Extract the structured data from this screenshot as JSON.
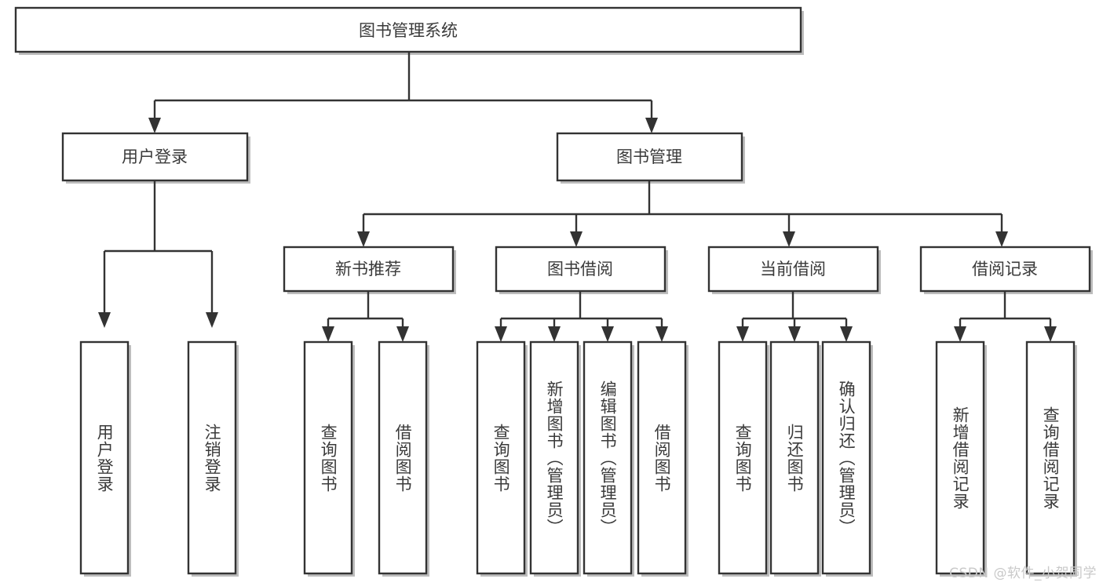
{
  "diagram": {
    "title": "图书管理系统",
    "type": "hierarchy-tree",
    "colors": {
      "box_stroke": "#333333",
      "box_fill": "#ffffff",
      "text": "#3a3a3a",
      "connector": "#333333",
      "watermark": "#c9c9c9",
      "background": "#ffffff"
    },
    "root": {
      "label": "图书管理系统",
      "level": 0
    },
    "level2": [
      {
        "label": "用户登录"
      },
      {
        "label": "图书管理"
      }
    ],
    "level3": [
      {
        "label": "新书推荐"
      },
      {
        "label": "图书借阅"
      },
      {
        "label": "当前借阅"
      },
      {
        "label": "借阅记录"
      }
    ],
    "leaves": {
      "user_login": [
        {
          "label": "用户登录"
        },
        {
          "label": "注销登录"
        }
      ],
      "new_book_recommend": [
        {
          "label": "查询图书"
        },
        {
          "label": "借阅图书"
        }
      ],
      "book_borrow": [
        {
          "label": "查询图书"
        },
        {
          "label": "新增图书（管理员）"
        },
        {
          "label": "编辑图书（管理员）"
        },
        {
          "label": "借阅图书"
        }
      ],
      "current_borrow": [
        {
          "label": "查询图书"
        },
        {
          "label": "归还图书"
        },
        {
          "label": "确认归还（管理员）"
        }
      ],
      "borrow_record": [
        {
          "label": "新增借阅记录"
        },
        {
          "label": "查询借阅记录"
        }
      ]
    },
    "watermark": "CSDN @软件_小贺同学"
  }
}
